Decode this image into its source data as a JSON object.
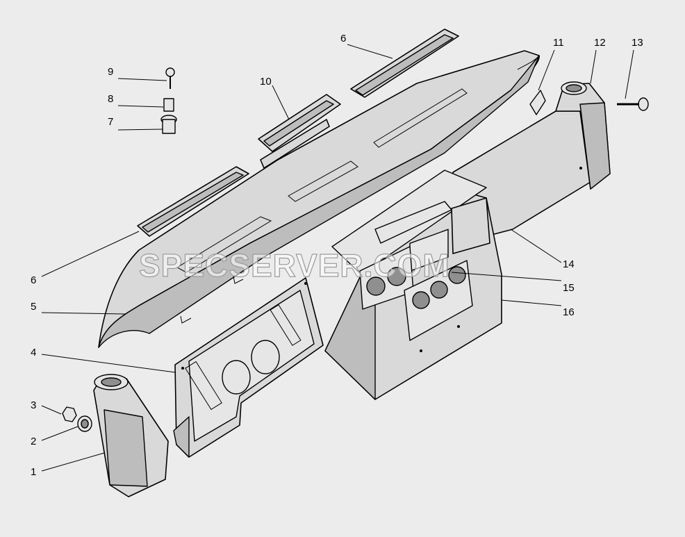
{
  "diagram": {
    "callouts": [
      "1",
      "2",
      "3",
      "4",
      "5",
      "6",
      "6",
      "7",
      "8",
      "9",
      "10",
      "11",
      "12",
      "13",
      "14",
      "15",
      "16"
    ]
  },
  "watermark": "SPECSERVER.COM"
}
